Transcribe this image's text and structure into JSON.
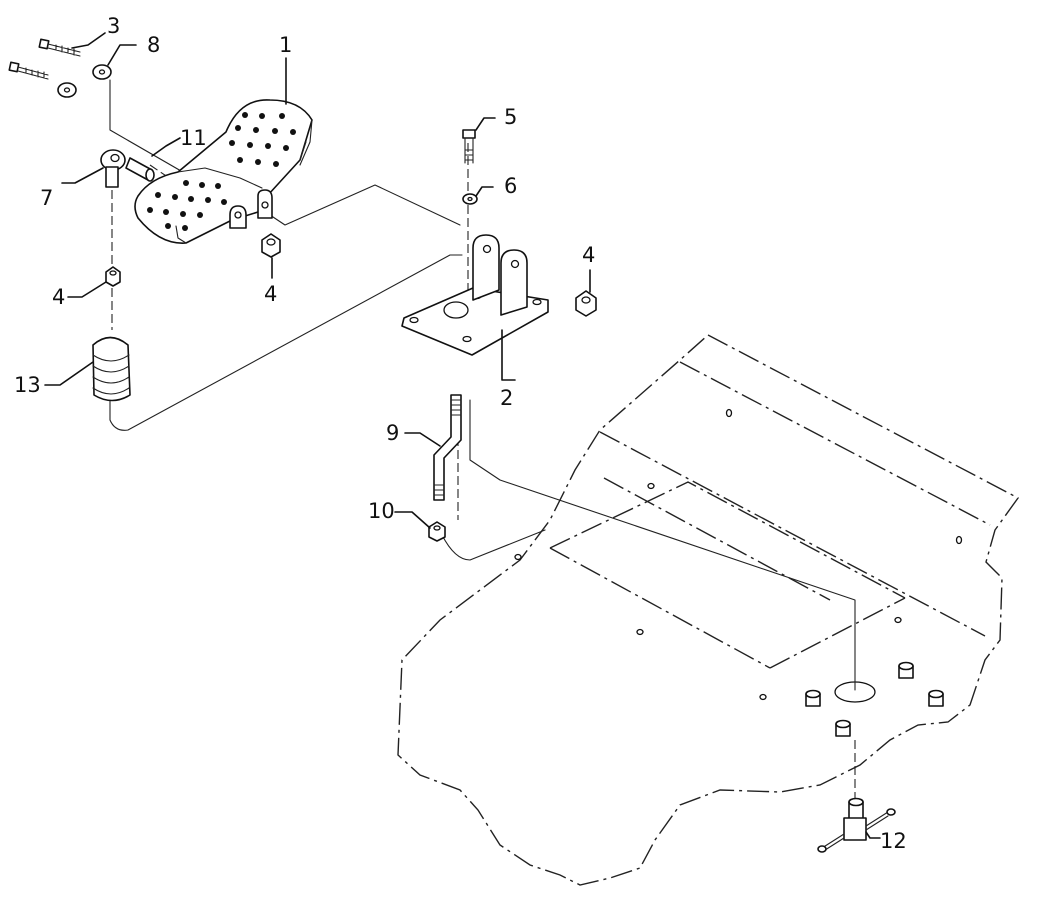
{
  "callouts": {
    "c1": "1",
    "c2": "2",
    "c3": "3",
    "c4a": "4",
    "c4b": "4",
    "c4c": "4",
    "c5": "5",
    "c6": "6",
    "c7": "7",
    "c8": "8",
    "c9": "9",
    "c10": "10",
    "c11": "11",
    "c12": "12",
    "c13": "13"
  }
}
